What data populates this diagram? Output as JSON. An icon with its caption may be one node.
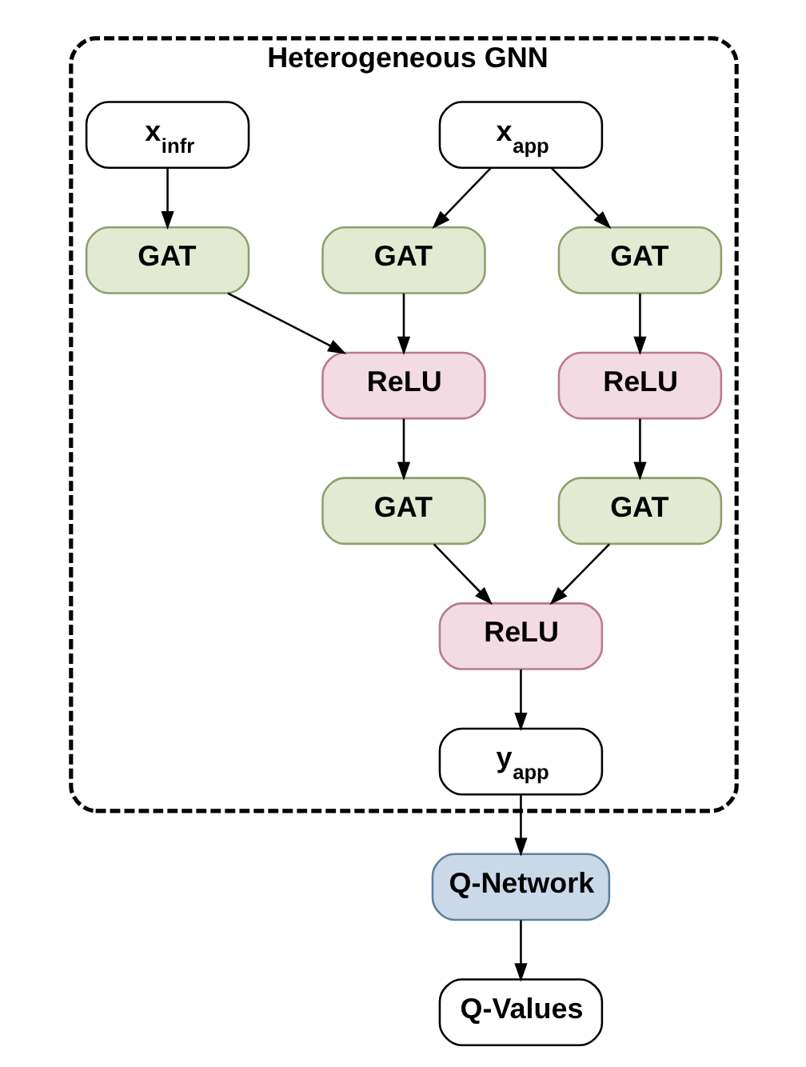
{
  "diagram": {
    "nodes": [
      {
        "text": [
          "Heterogeneous GNN"
        ]
      },
      {
        "text": [
          "x$_{app}$"
        ],
        "in": 0
      },
      {
        "text": [
          "x$_{infr}$"
        ],
        "in": 0
      },
      {
        "text": [
          "GAT"
        ],
        "in": 0
      },
      {
        "text": [
          "GAT"
        ],
        "in": 0
      },
      {
        "text": [
          "GAT"
        ],
        "in": 0
      },
      {
        "text": [
          "ReLU"
        ],
        "in": 0
      },
      {
        "text": [
          "ReLU"
        ],
        "in": 0
      },
      {
        "text": [
          "GAT"
        ],
        "in": 0
      },
      {
        "text": [
          "GAT"
        ],
        "in": 0
      },
      {
        "text": [
          "ReLU"
        ],
        "in": 0
      },
      {
        "text": [
          "y$_{app}$"
        ],
        "in": 0
      },
      {
        "text": [
          "Q-Network"
        ]
      },
      {
        "text": [
          "Q-Values"
        ]
      }
    ],
    "edges": [
      {
        "from": 1,
        "to": 3,
        "arrow": "to"
      },
      {
        "from": 1,
        "to": 4,
        "arrow": "to"
      },
      {
        "from": 2,
        "to": 5,
        "arrow": "to"
      },
      {
        "from": 3,
        "to": 6,
        "arrow": "to"
      },
      {
        "from": 5,
        "to": 6,
        "arrow": "to"
      },
      {
        "from": 4,
        "to": 7,
        "arrow": "to"
      },
      {
        "from": 6,
        "to": 8,
        "arrow": "to"
      },
      {
        "from": 7,
        "to": 9,
        "arrow": "to"
      },
      {
        "from": 8,
        "to": 10,
        "arrow": "to"
      },
      {
        "from": 9,
        "to": 10,
        "arrow": "to"
      },
      {
        "from": 10,
        "to": 11,
        "arrow": "to"
      },
      {
        "from": 11,
        "to": 12,
        "arrow": "to"
      },
      {
        "from": 12,
        "to": 13,
        "arrow": "to"
      }
    ]
  }
}
